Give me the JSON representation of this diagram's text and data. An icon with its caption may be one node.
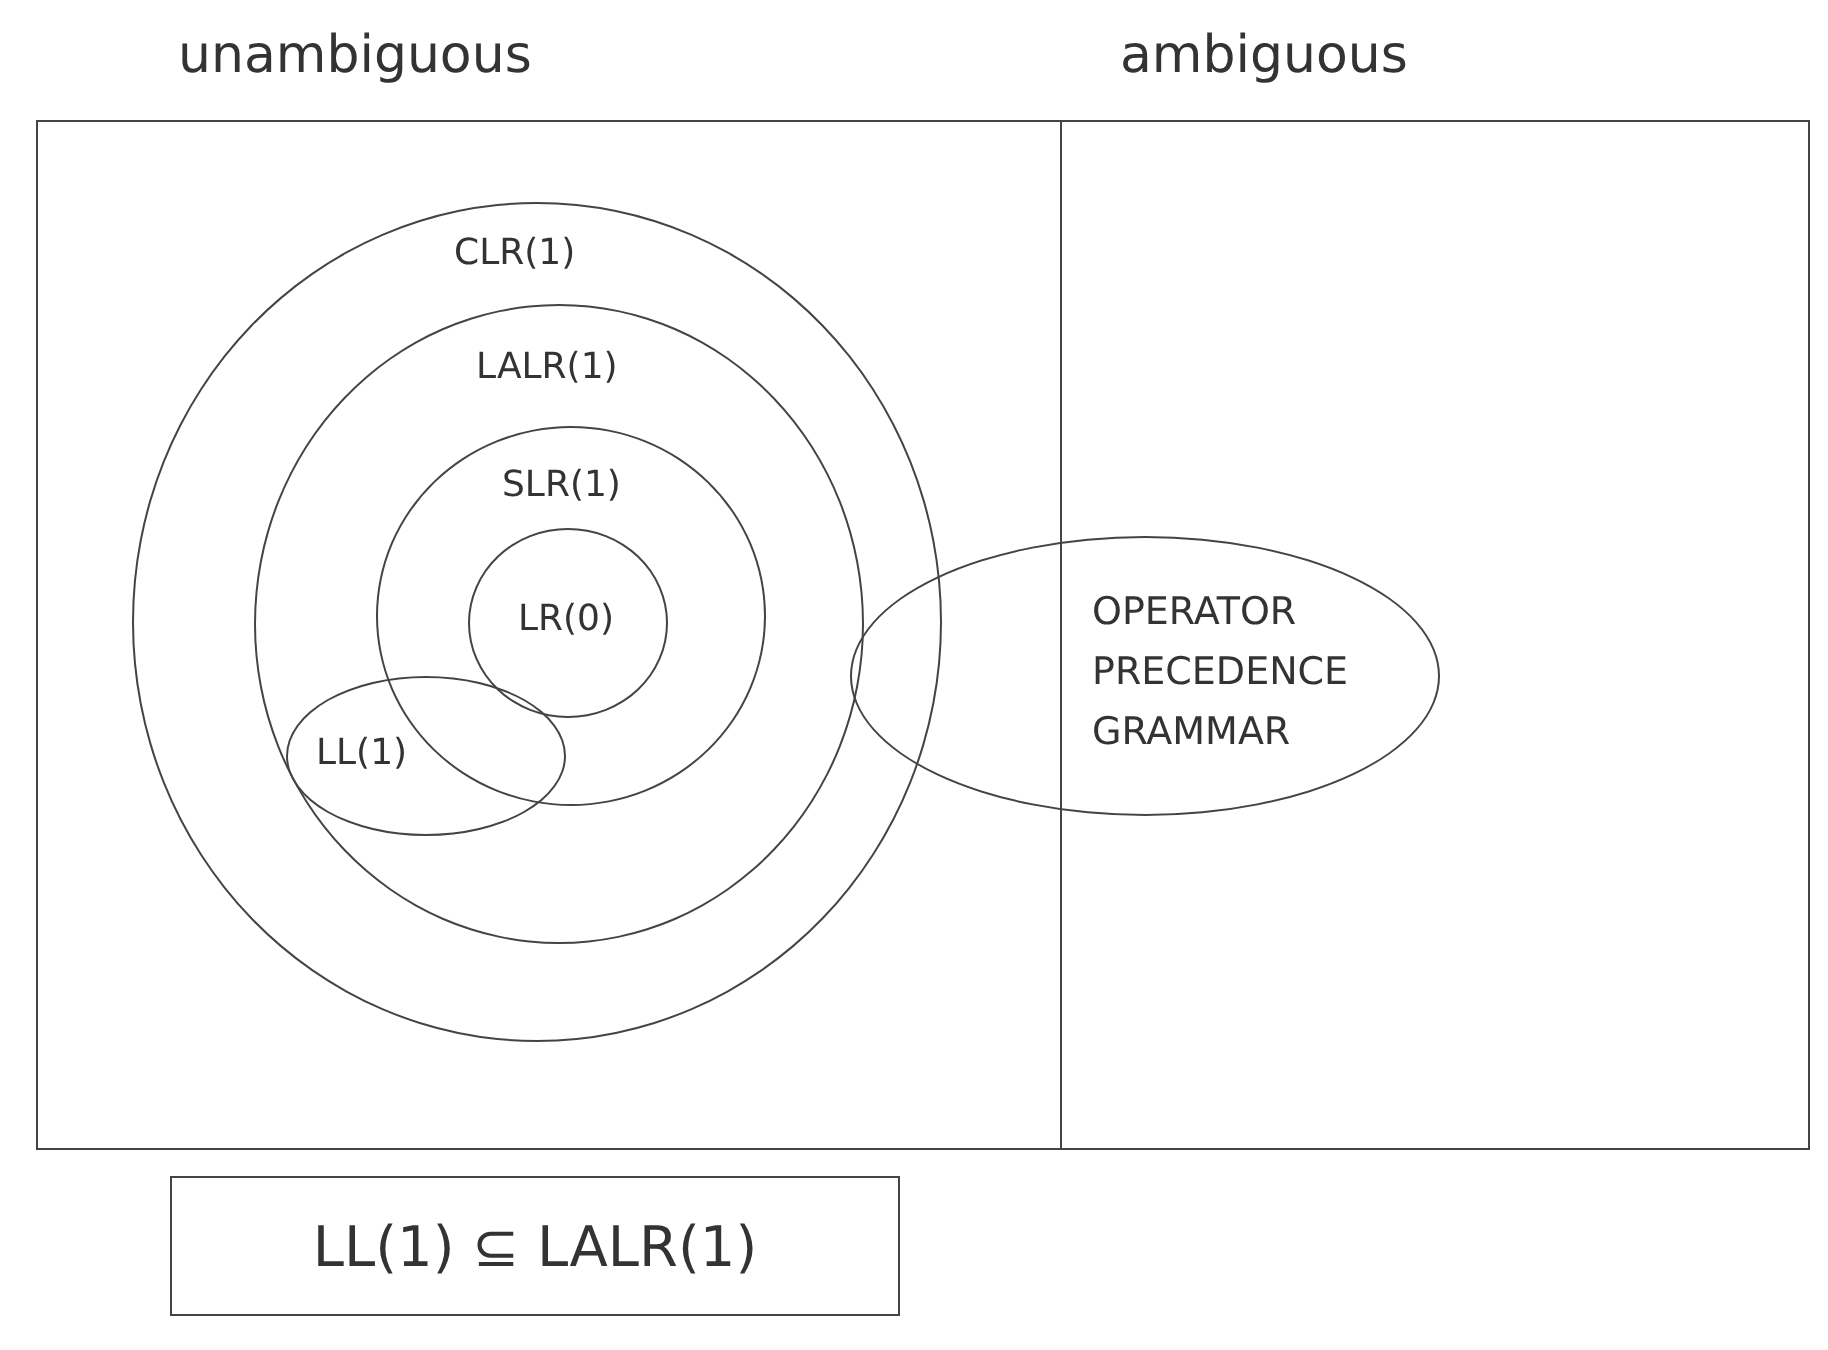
{
  "diagram": {
    "nodes": [
      {
        "text": [
          "unambiguous"
        ]
      },
      {
        "text": [
          "CLR(1)"
        ],
        "in": 0
      },
      {
        "text": [
          "LALR(1)"
        ],
        "in": 1
      },
      {
        "text": [
          "SLR(1)"
        ],
        "in": 2
      },
      {
        "text": [
          "LR(0)"
        ],
        "in": 3
      },
      {
        "text": [
          "LL(1)"
        ],
        "in": 2
      },
      {
        "text": [
          "ambiguous"
        ]
      },
      {
        "text": [
          "OPERATOR PRECEDENCE GRAMMAR"
        ]
      },
      {
        "text": [
          "LL(1) ⊆ LALR(1)"
        ]
      }
    ]
  }
}
